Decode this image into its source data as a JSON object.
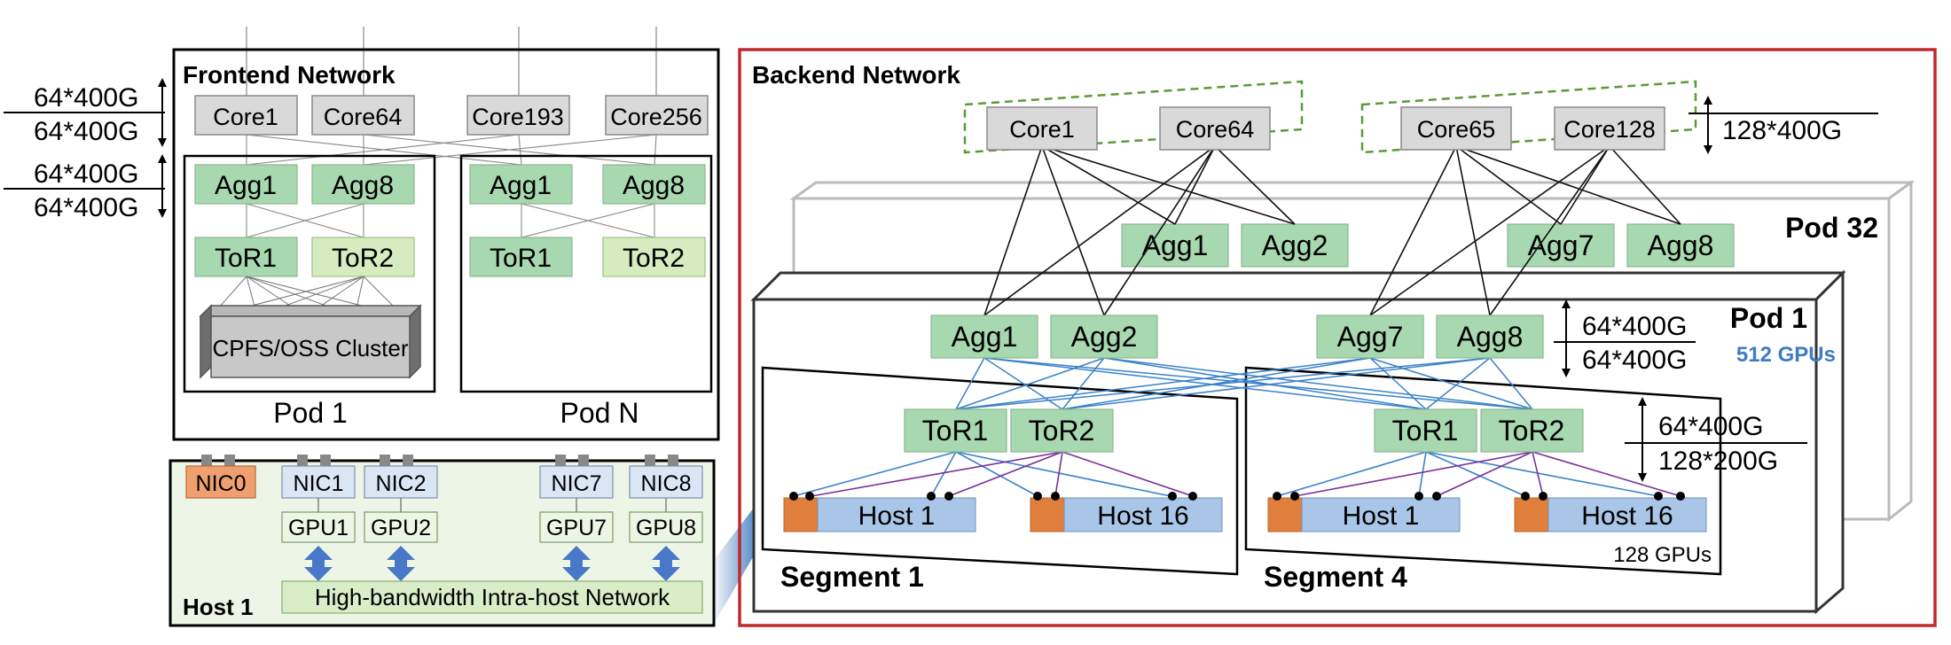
{
  "frontend": {
    "title": "Frontend Network",
    "cores": [
      "Core1",
      "Core64",
      "Core193",
      "Core256"
    ],
    "pods": [
      {
        "label": "Pod 1",
        "aggs": [
          "Agg1",
          "Agg8"
        ],
        "tors": [
          "ToR1",
          "ToR2"
        ],
        "storage": "CPFS/OSS Cluster"
      },
      {
        "label": "Pod N",
        "aggs": [
          "Agg1",
          "Agg8"
        ],
        "tors": [
          "ToR1",
          "ToR2"
        ]
      }
    ],
    "bw": {
      "core_up": "64*400G",
      "core_down": "64*400G",
      "agg_up": "64*400G",
      "agg_down": "64*400G"
    }
  },
  "host": {
    "label": "Host 1",
    "frontend_nic": "NIC0",
    "nics": [
      "NIC1",
      "NIC2",
      "NIC7",
      "NIC8"
    ],
    "gpus": [
      "GPU1",
      "GPU2",
      "GPU7",
      "GPU8"
    ],
    "intra_network": "High-bandwidth Intra-host Network"
  },
  "backend": {
    "title": "Backend Network",
    "core_groups": [
      [
        "Core1",
        "Core64"
      ],
      [
        "Core65",
        "Core128"
      ]
    ],
    "core_bw": "128*400G",
    "pod32": {
      "label": "Pod 32",
      "aggs": [
        "Agg1",
        "Agg2",
        "Agg7",
        "Agg8"
      ]
    },
    "pod1": {
      "label": "Pod 1",
      "gpus_label": "512 GPUs",
      "aggs": [
        "Agg1",
        "Agg2",
        "Agg7",
        "Agg8"
      ],
      "agg_bw_up": "64*400G",
      "agg_bw_down": "64*400G",
      "segments": [
        {
          "label": "Segment 1",
          "tors": [
            "ToR1",
            "ToR2"
          ],
          "hosts": [
            "Host 1",
            "Host 16"
          ]
        },
        {
          "label": "Segment 4",
          "tors": [
            "ToR1",
            "ToR2"
          ],
          "hosts": [
            "Host 1",
            "Host 16"
          ],
          "gpus_label": "128 GPUs"
        }
      ],
      "tor_bw_up": "64*400G",
      "tor_bw_down": "128*200G"
    }
  },
  "colors": {
    "switch_green": "#a8d8b0",
    "switch_light_green": "#d6ecc0",
    "core_gray": "#d9d9d9",
    "host_blue": "#a9c6e8",
    "nic_orange": "#e07e3c",
    "backend_border": "#c0282d",
    "gpu_count_blue": "#3e7cc4",
    "link_blue": "#3a82c9",
    "link_purple": "#7a2f9a",
    "core_group_dash": "#5c9a3a"
  }
}
